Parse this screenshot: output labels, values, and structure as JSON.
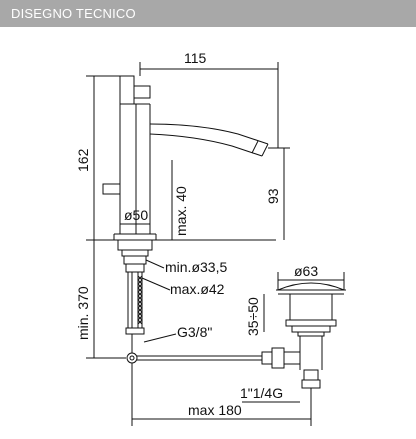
{
  "header": {
    "title": "DISEGNO TECNICO",
    "background": "#a8a8a8",
    "text_color": "#ffffff"
  },
  "drawing": {
    "line_color": "#111111",
    "dimensions": {
      "spout_reach": "115",
      "body_height": "162",
      "spout_height": "93",
      "max_40": "max. 40",
      "body_diameter": "ø50",
      "min_hole": "min.ø33,5",
      "max_hole": "max.ø42",
      "min_370": "min. 370",
      "hose_thread": "G3/8\"",
      "waste_diameter": "ø63",
      "waste_range": "35÷50",
      "waste_thread": "1\"1/4G",
      "max_180": "max 180"
    }
  }
}
